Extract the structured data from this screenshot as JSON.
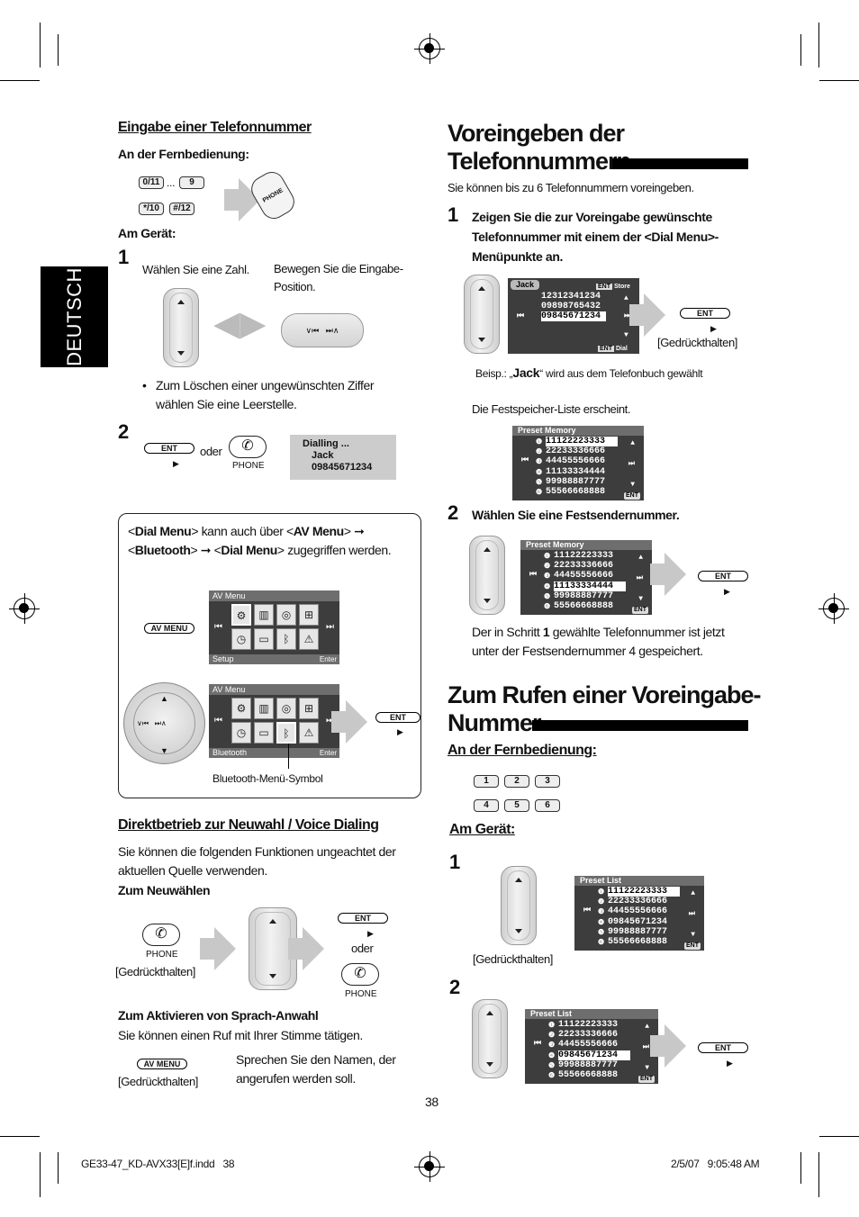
{
  "side_tab": "DEUTSCH",
  "left": {
    "eingabe_title": "Eingabe einer Telefonnummer",
    "fernbedienung_label": "An der Fernbedienung:",
    "remote_keys": [
      "0/11",
      "9",
      "*/10",
      "#/12"
    ],
    "remote_ellipsis": "...",
    "phone_label": "PHONE",
    "geraet_label": "Am Gerät:",
    "step1_num": "1",
    "step1_text_a": "Wählen Sie eine Zahl.",
    "step1_text_b": "Bewegen Sie die Eingabe-Position.",
    "bullet_text": "Zum Löschen einer ungewünschten Ziffer wählen Sie eine Leerstelle.",
    "step2_num": "2",
    "ent_label": "ENT",
    "oder": "oder",
    "dialling_lines": [
      "Dialling ...",
      "Jack",
      "09845671234"
    ],
    "box_text_1": "<",
    "box_dial_menu": "Dial Menu",
    "box_text_2": "> kann auch über <",
    "box_av_menu": "AV Menu",
    "box_text_3": ">",
    "box_bluetooth": "Bluetooth",
    "box_text_4": "zugegriffen werden.",
    "av_menu_btn": "AV MENU",
    "avmenu1": {
      "title": "AV Menu",
      "footer": "Setup",
      "enter": "Enter"
    },
    "avmenu2": {
      "title": "AV Menu",
      "footer": "Bluetooth",
      "enter": "Enter"
    },
    "bt_caption": "Bluetooth-Menü-Symbol",
    "direkt_title": "Direktbetrieb zur Neuwahl / Voice Dialing",
    "direkt_text": "Sie können die folgenden Funktionen ungeachtet der aktuellen Quelle verwenden.",
    "neuwahl_title": "Zum Neuwählen",
    "gedrueckthalten": "[Gedrückthalten]",
    "sprach_title": "Zum Aktivieren von Sprach-Anwahl",
    "sprach_text": "Sie können einen Ruf mit Ihrer Stimme tätigen.",
    "sprach_note": "Sprechen Sie den Namen, der angerufen werden soll."
  },
  "right": {
    "title1_l1": "Voreingeben der",
    "title1_l2": "Telefonnummern",
    "intro": "Sie können bis zu 6 Telefonnummern voreingeben.",
    "step1_num": "1",
    "step1_text": "Zeigen Sie die zur Voreingabe gewünschte Telefonnummer mit einem der <Dial Menu>-Menüpunkte an.",
    "dial_lcd": {
      "name": "Jack",
      "store": "Store",
      "dial": "Dial",
      "ent": "ENT",
      "rows": [
        "12312341234",
        "09898765432",
        "09845671234"
      ]
    },
    "gedrueckthalten": "[Gedrückthalten]",
    "beisp_pre": "Beisp.: „",
    "beisp_name": "Jack",
    "beisp_post": "“ wird aus dem Telefonbuch gewählt",
    "festspeicher_text": "Die Festspeicher-Liste erscheint.",
    "preset_memory_title": "Preset Memory",
    "preset_rows": [
      "11122223333",
      "22233336666",
      "44455556666",
      "11133334444",
      "99988887777",
      "55566668888"
    ],
    "step2_num": "2",
    "step2_text": "Wählen Sie eine Festsendernummer.",
    "preset_rows_2": [
      "11122223333",
      "22233336666",
      "44455556666",
      "11133334444",
      "99988887777",
      "55566668888"
    ],
    "schritt_pre": "Der in Schritt ",
    "schritt_num": "1",
    "schritt_post": " gewählte Telefonnummer ist jetzt unter der Festsendernummer 4 gespeichert.",
    "title2_l1": "Zum Rufen einer Voreingabe-",
    "title2_l2": "Nummer",
    "fernbedienung_label": "An der Fernbedienung:",
    "number_keys": [
      "1",
      "2",
      "3",
      "4",
      "5",
      "6"
    ],
    "geraet_label": "Am Gerät:",
    "preset_list_title": "Preset List",
    "preset_list_rows": [
      "11122223333",
      "22233336666",
      "44455556666",
      "09845671234",
      "99988887777",
      "55566668888"
    ],
    "ent_label": "ENT"
  },
  "footer": {
    "page_number": "38",
    "file": "GE33-47_KD-AVX33[E]f.indd   38",
    "date": "2/5/07   9:05:48 AM"
  }
}
